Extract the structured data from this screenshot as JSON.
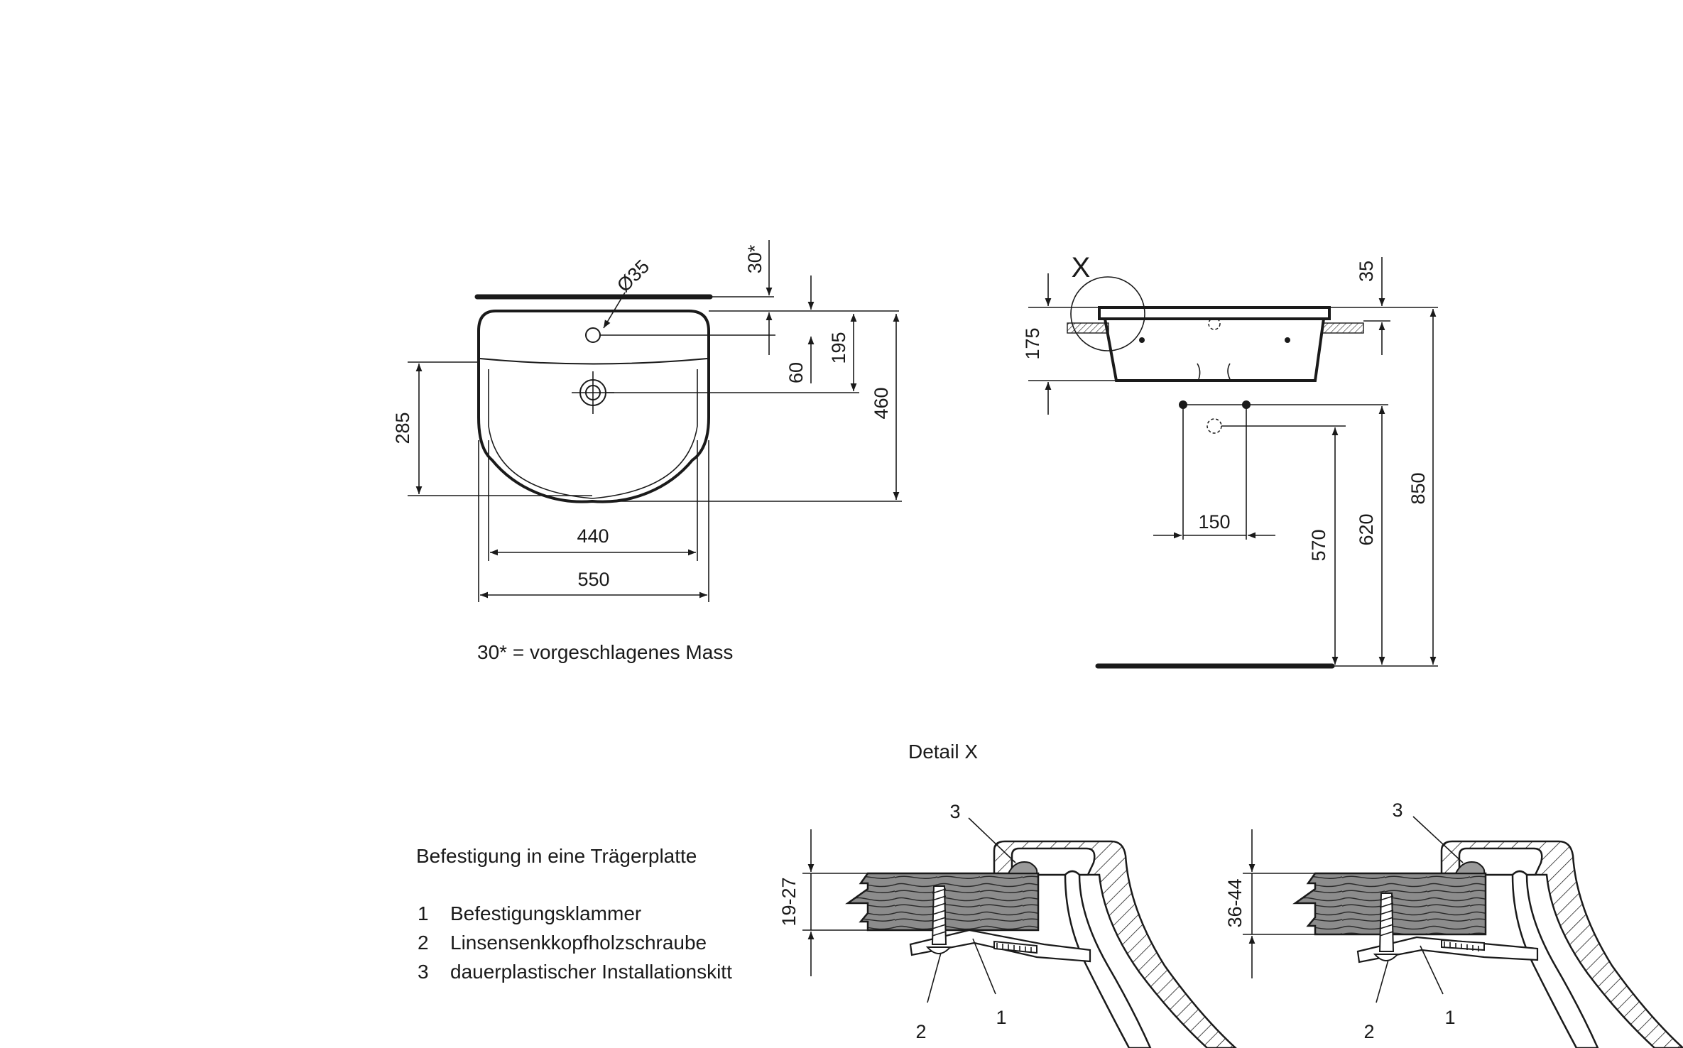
{
  "dimensions": {
    "d30": "30*",
    "dia35": "Ø35",
    "d60": "60",
    "d195": "195",
    "d460": "460",
    "d285": "285",
    "d440": "440",
    "d550": "550",
    "d35": "35",
    "d175": "175",
    "d150": "150",
    "d570": "570",
    "d620": "620",
    "d850": "850",
    "d19_27": "19-27",
    "d36_44": "36-44"
  },
  "labels": {
    "detail_marker": "X",
    "footnote": "30* = vorgeschlagenes Mass",
    "detail_title": "Detail X",
    "mounting_title": "Befestigung in eine Trägerplatte"
  },
  "legend": [
    {
      "num": "1",
      "text": "Befestigungsklammer"
    },
    {
      "num": "2",
      "text": "Linsensenkkopfholzschraube"
    },
    {
      "num": "3",
      "text": "dauerplastischer Installationskitt"
    }
  ],
  "callouts": {
    "one": "1",
    "two": "2",
    "three": "3"
  }
}
